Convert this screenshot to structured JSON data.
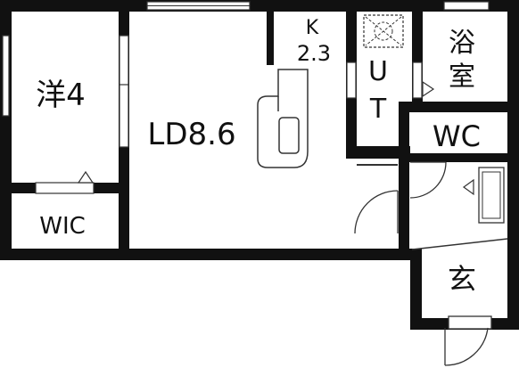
{
  "rooms": {
    "western_room": "洋4",
    "wic": "WIC",
    "living_dining": "LD8.6",
    "kitchen_letter": "K",
    "kitchen_size": "2.3",
    "utility_u": "U",
    "utility_t": "T",
    "bath_char_1": "浴",
    "bath_char_2": "室",
    "toilet": "WC",
    "entrance": "玄"
  },
  "colors": {
    "wall": "#111111",
    "line": "#333333",
    "background": "#ffffff"
  }
}
